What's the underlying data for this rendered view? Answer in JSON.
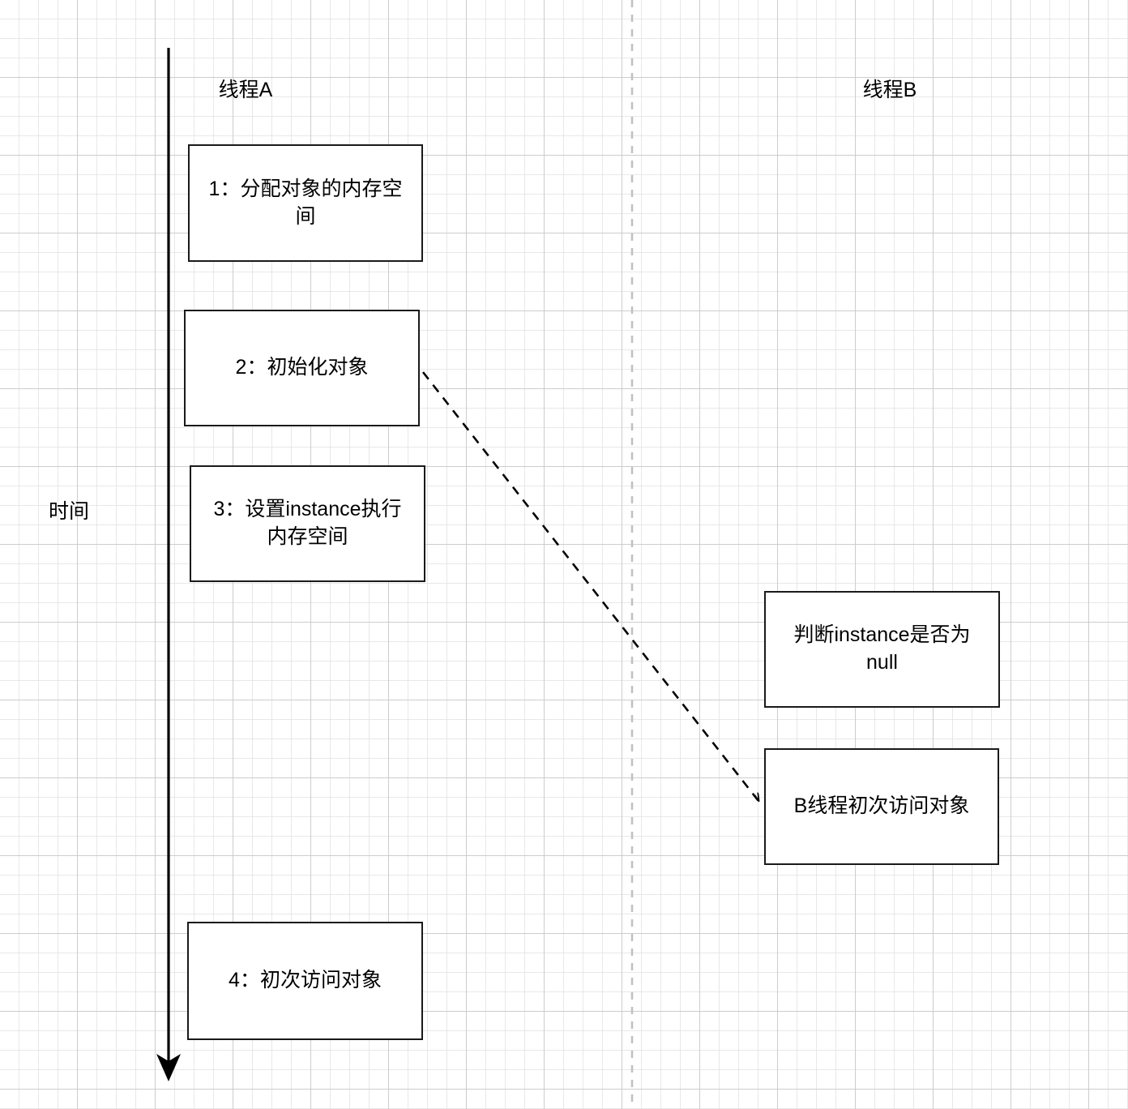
{
  "diagram": {
    "type": "sequence-timeline",
    "title": "",
    "background": "#ffffff",
    "grid_color_major": "#c8c8c8",
    "grid_color_minor": "#e1e1e1",
    "stroke_color": "#1a1a1a",
    "divider_color": "#c0c0c0"
  },
  "axis": {
    "time_label": "时间"
  },
  "lanes": [
    {
      "id": "thread-a",
      "label": "线程A"
    },
    {
      "id": "thread-b",
      "label": "线程B"
    }
  ],
  "nodes": {
    "thread_a": [
      {
        "id": "a1",
        "label": "1：分配对象的内存空\n间"
      },
      {
        "id": "a2",
        "label": "2：初始化对象"
      },
      {
        "id": "a3",
        "label": "3：设置instance执行\n内存空间"
      },
      {
        "id": "a4",
        "label": "4：初次访问对象"
      }
    ],
    "thread_b": [
      {
        "id": "b1",
        "label": "判断instance是否为\nnull"
      },
      {
        "id": "b2",
        "label": "B线程初次访问对象"
      }
    ]
  },
  "edges": [
    {
      "id": "e1",
      "from": "a2",
      "to": "b2",
      "style": "dashed",
      "arrow": "open",
      "label": ""
    }
  ]
}
